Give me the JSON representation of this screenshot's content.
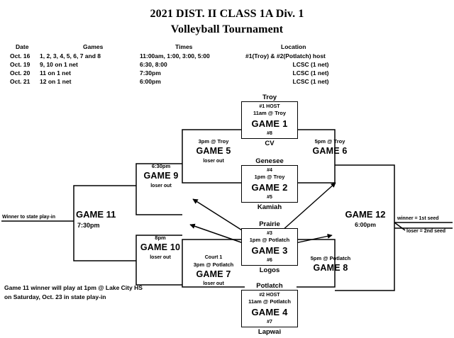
{
  "title": {
    "line1": "2021 DIST. II CLASS 1A Div. 1",
    "line2": "Volleyball Tournament"
  },
  "info_table": {
    "headers": [
      "Date",
      "Games",
      "Times",
      "Location"
    ],
    "rows": [
      {
        "date": "Oct. 16",
        "games": "1, 2, 3, 4, 5, 6, 7  and 8",
        "times": "11:00am, 1:00, 3:00, 5:00",
        "location": "#1(Troy) & #2(Potlatch) host"
      },
      {
        "date": "Oct. 19",
        "games": "9, 10 on 1 net",
        "times": "6:30, 8:00",
        "location": "LCSC (1 net)"
      },
      {
        "date": "Oct. 20",
        "games": "11 on 1 net",
        "times": "7:30pm",
        "location": "LCSC (1 net)"
      },
      {
        "date": "Oct. 21",
        "games": "12 on 1 net",
        "times": "6:00pm",
        "location": "LCSC (1 net)"
      }
    ]
  },
  "matchups": [
    {
      "id": "game-1",
      "top_team": "Troy",
      "top_seed": "#1 HOST",
      "when": "11am @ Troy",
      "game": "GAME 1",
      "bottom_seed": "#8",
      "bottom_team": "CV"
    },
    {
      "id": "game-2",
      "top_team": "Genesee",
      "top_seed": "#4",
      "when": "1pm @ Troy",
      "game": "GAME 2",
      "bottom_seed": "#5",
      "bottom_team": "Kamiah"
    },
    {
      "id": "game-3",
      "top_team": "Prairie",
      "top_seed": "#3",
      "when": "1pm @ Potlatch",
      "game": "GAME 3",
      "bottom_seed": "#6",
      "bottom_team": "Logos"
    },
    {
      "id": "game-4",
      "top_team": "Potlatch",
      "top_seed": "#2 HOST",
      "when": "11am @ Potlatch",
      "game": "GAME 4",
      "bottom_seed": "#7",
      "bottom_team": "Lapwai"
    }
  ],
  "rounds": {
    "game5": {
      "when": "3pm @ Troy",
      "name": "GAME 5",
      "status": "loser out"
    },
    "game6": {
      "when": "5pm @ Troy",
      "name": "GAME 6",
      "status": ""
    },
    "game7": {
      "court": "Court 1",
      "when": "3pm @ Potlatch",
      "name": "GAME 7",
      "status": "loser out"
    },
    "game8": {
      "when": "5pm @ Potlatch",
      "name": "GAME 8",
      "status": ""
    },
    "game9": {
      "when": "6:30pm",
      "name": "GAME 9",
      "status": "loser out"
    },
    "game10": {
      "when": "8pm",
      "name": "GAME 10",
      "status": "loser out"
    },
    "game11": {
      "name": "GAME 11",
      "when": "7:30pm"
    },
    "game12": {
      "name": "GAME 12",
      "when": "6:00pm"
    }
  },
  "annotations": {
    "winner_state": "Winner to state play-in",
    "winner_seed": "winner = 1st seed",
    "loser_seed": "loser = 2nd seed",
    "footnote_line1": "Game 11 winner will play at 1pm @ Lake City HS",
    "footnote_line2": "on Saturday, Oct. 23 in state play-in"
  },
  "colors": {
    "ink": "#000000",
    "paper": "#ffffff"
  }
}
